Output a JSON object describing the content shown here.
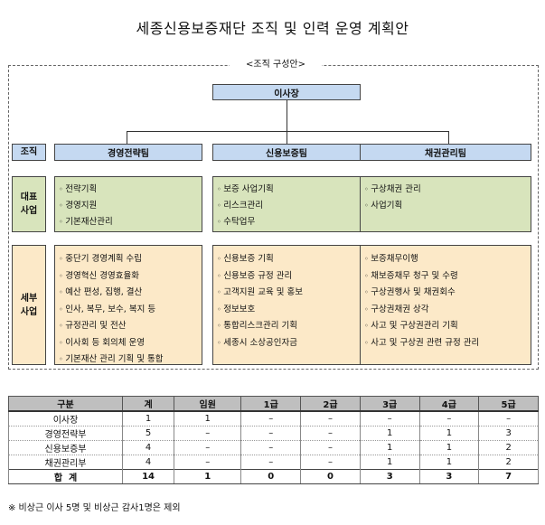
{
  "title": "세종신용보증재단 조직 및 인력 운영 계획안",
  "org": {
    "caption": "<조직 구성안>",
    "top_node": "이사장",
    "row_labels": {
      "org": "조직",
      "rep": "대표\n사업",
      "detail": "세부\n사업"
    },
    "teams": [
      {
        "name": "경영전략팀",
        "rep": [
          "전략기획",
          "경영지원",
          "기본재산관리"
        ],
        "detail": [
          "중단기 경영계획 수립",
          "경영혁신 경영효율화",
          "예산 편성, 집행, 결산",
          "인사, 복무, 보수, 복지 등",
          "규정관리 및 전산",
          "이사회 등 회의체 운영",
          "기본재산 관리 기획 및 통합"
        ]
      },
      {
        "name": "신용보증팀",
        "rep": [
          "보증 사업기획",
          "리스크관리",
          "수탁업무"
        ],
        "detail": [
          "신용보증 기획",
          "신용보증 규정 관리",
          "고객지원 교육 및 홍보",
          "정보보호",
          "통합리스크관리 기획",
          "세종시 소상공인자금"
        ]
      },
      {
        "name": "채권관리팀",
        "rep": [
          "구상채권 관리",
          "사업기획"
        ],
        "detail": [
          "보증채무이행",
          "채보증채무 청구 및 수령",
          "구상권행사 및 채권회수",
          "구상권채권 상각",
          "사고 및 구상권관리 기획",
          "사고 및 구상권 관련 규정 관리"
        ]
      }
    ]
  },
  "staff_table": {
    "headers": [
      "구분",
      "계",
      "임원",
      "1급",
      "2급",
      "3급",
      "4급",
      "5급"
    ],
    "rows": [
      [
        "이사장",
        "1",
        "1",
        "–",
        "–",
        "–",
        "–",
        "–"
      ],
      [
        "경영전략부",
        "5",
        "–",
        "–",
        "–",
        "1",
        "1",
        "3"
      ],
      [
        "신용보증부",
        "4",
        "–",
        "–",
        "–",
        "1",
        "1",
        "2"
      ],
      [
        "채권관리부",
        "4",
        "–",
        "–",
        "–",
        "1",
        "1",
        "2"
      ]
    ],
    "total": [
      "합  계",
      "14",
      "1",
      "0",
      "0",
      "3",
      "3",
      "7"
    ]
  },
  "footnote": "※ 비상근 이사 5명 및 비상근 감사1명은 제외"
}
